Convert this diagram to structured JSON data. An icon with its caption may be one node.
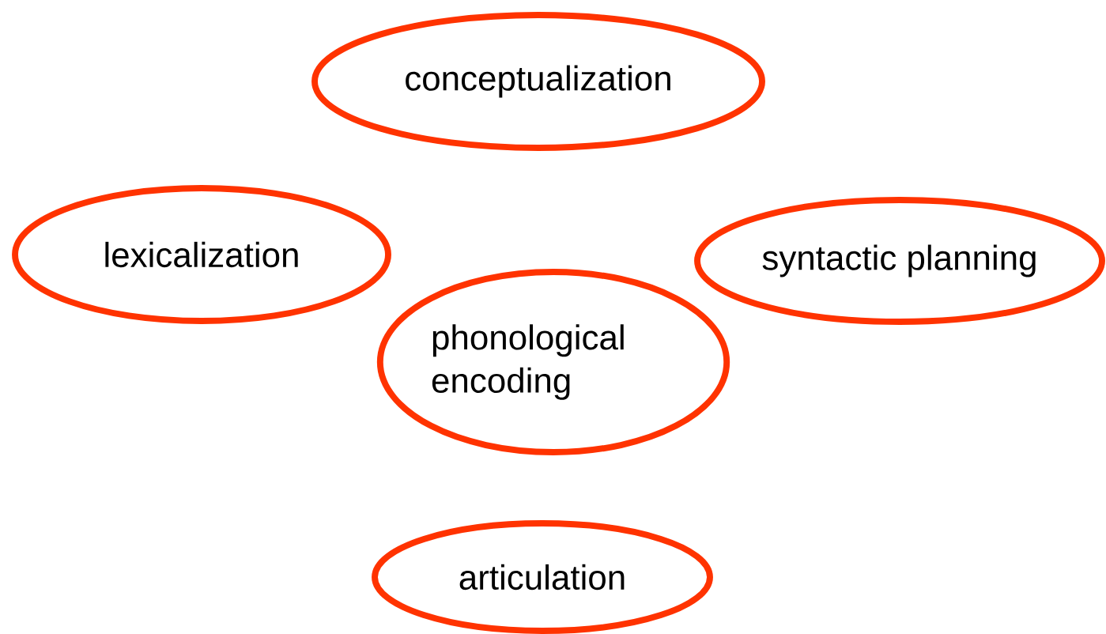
{
  "diagram": {
    "nodes": [
      {
        "text": [
          "conceptualization"
        ]
      },
      {
        "text": [
          "lexicalization"
        ]
      },
      {
        "text": [
          "syntactic planning"
        ]
      },
      {
        "text": [
          "phonological encoding"
        ]
      },
      {
        "text": [
          "articulation"
        ]
      }
    ]
  }
}
